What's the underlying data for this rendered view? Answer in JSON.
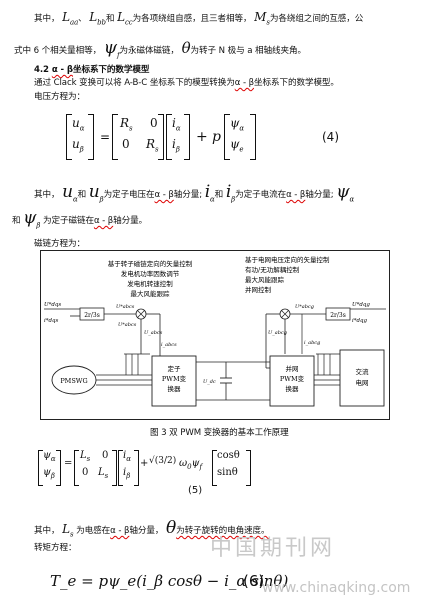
{
  "line1": {
    "prefix": "其中，",
    "sym1": "L",
    "sym1_sub": "aa",
    "sep1": "、",
    "sym2": "L",
    "sym2_sub": "bb",
    "sep2": "和",
    "sym3": "L",
    "sym3_sub": "cc",
    "mid": "为各项绕组自感，且三者相等，",
    "sym4": "M",
    "sym4_sub": "s",
    "tail": "为各绕组之间的互感，公"
  },
  "line2": {
    "prefix": "式中 6 个相关量相等，",
    "psi": "ψ",
    "psi_sub": "f",
    "mid": "为永磁体磁链，",
    "theta": "θ",
    "tail": "为转子 N 极与 a 相轴线夹角。"
  },
  "section": {
    "num": "4.2",
    "ab_text": "α - β",
    "title_tail": "坐标系下的数学模型"
  },
  "intro": {
    "line_a_pre": "通过 Clack 变换可以将 A-B-C 坐标系下的模型转换为",
    "line_a_ab": "α - β",
    "line_a_tail": "坐标系下的数学模型。",
    "voltage_label": "电压方程为："
  },
  "eq4": {
    "lhs": [
      "u",
      "u"
    ],
    "lhs_sub": [
      "α",
      "β"
    ],
    "m11": "R",
    "m11_sub": "s",
    "m12": "0",
    "m21": "0",
    "m22": "R",
    "m22_sub": "s",
    "ivec": [
      "i",
      "i"
    ],
    "ivec_sub": [
      "α",
      "β"
    ],
    "plus": "+",
    "p": "p",
    "psivec": [
      "ψ",
      "ψ"
    ],
    "psivec_sub": [
      "α",
      "e"
    ],
    "number": "(4)"
  },
  "explain": {
    "prefix": "其中，",
    "u_a": "u",
    "u_a_sub": "α",
    "and1": "和",
    "u_b": "u",
    "u_b_sub": "β",
    "mid1": "为定子电压在",
    "ab1": "α - β",
    "mid2": "轴分量;",
    "i_a": "i",
    "i_a_sub": "α",
    "and2": "和",
    "i_b": "i",
    "i_b_sub": "β",
    "mid3": "为定子电流在",
    "ab2": "α - β",
    "mid4": "轴分量;",
    "psi_a": "ψ",
    "psi_a_sub": "α",
    "line2_pre": "和",
    "psi_b": "ψ",
    "psi_b_sub": "β",
    "line2_mid": "为定子磁链在",
    "ab3": "α - β",
    "line2_tail": "轴分量。",
    "flux_label": "磁链方程为："
  },
  "figure": {
    "left_block_lines": [
      "基于转子磁链定向的矢量控制",
      "发电机功率因数调节",
      "发电机转速控制",
      "最大风能跟踪"
    ],
    "right_block_lines": [
      "基于电网电压定向的矢量控制",
      "有功/无功解耦控制",
      "最大风能跟踪",
      "并网控制"
    ],
    "in_left_top": "U*dqs",
    "in_left_bot": "i*dqs",
    "in_right_top": "U*dqg",
    "in_right_bot": "i*dqg",
    "conv1": "2r/3s",
    "conv2": "2r/3s",
    "u_abcs_star": "U*abcs",
    "u_abcs_star2": "U*abcs",
    "u_abcs": "U_abcs",
    "i_abcs": "i_abcs",
    "u_abcg_star": "U*abcg",
    "u_abcg": "U_abcg",
    "i_abcg": "i_abcg",
    "u_dc": "U_dc",
    "generator": "PMSWG",
    "stator_conv": [
      "定子",
      "PWM变",
      "换器"
    ],
    "grid_conv": [
      "并网",
      "PWM变",
      "换器"
    ],
    "grid": [
      "交流",
      "电网"
    ],
    "caption": "图 3  双 PWM 变换器的基本工作原理"
  },
  "eq5": {
    "lhs": [
      "ψ",
      "ψ"
    ],
    "lhs_sub": [
      "α",
      "β"
    ],
    "m11": "L",
    "m11_sub": "s",
    "m12": "0",
    "m21": "0",
    "m22": "L",
    "m22_sub": "s",
    "ivec": [
      "i",
      "i"
    ],
    "ivec_sub": [
      "α",
      "β"
    ],
    "plus": "+",
    "coef": "√(3/2)",
    "omega": "ω",
    "omega_sub": "0",
    "psi": "ψ",
    "psi_sub": "f",
    "trig": [
      "cosθ",
      "sinθ"
    ],
    "number": "(5)"
  },
  "after5": {
    "prefix": "其中，",
    "ls": "L",
    "ls_sub": "s",
    "mid1": "为电感在",
    "ab": "α - β",
    "mid2": "轴分量，",
    "theta": "θ",
    "tail": "为转子旋转的电角速度。",
    "torque_label": "转矩方程："
  },
  "eq6": {
    "text": "T_e = pψ_e(i_β cosθ − i_α sinθ)",
    "number": "(6)"
  },
  "watermark": {
    "cn": "中国期刊网",
    "url": "www.chinaqking.com"
  }
}
